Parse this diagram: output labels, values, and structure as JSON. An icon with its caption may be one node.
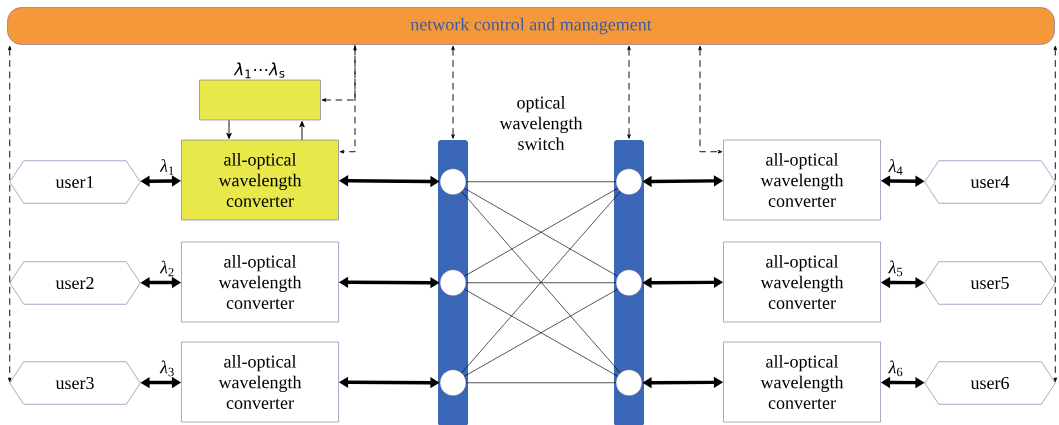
{
  "diagram": {
    "nodes": [
      {
        "text": [
          "network control and management"
        ]
      },
      {
        "text": [
          "user1"
        ]
      },
      {
        "text": [
          "user2"
        ]
      },
      {
        "text": [
          "user3"
        ]
      },
      {
        "text": [
          "all-optical wavelength converter"
        ]
      },
      {
        "text": [
          "all-optical wavelength converter"
        ]
      },
      {
        "text": [
          "all-optical wavelength converter"
        ]
      },
      {
        "text": [
          "*λ*$_{1}$⋯*λ*$_{s}$"
        ]
      },
      {
        "text": [],
        "shape": "bar"
      },
      {
        "text": [],
        "shape": "circle",
        "in": 8
      },
      {
        "text": [],
        "shape": "circle",
        "in": 8
      },
      {
        "text": [],
        "shape": "circle",
        "in": 8
      },
      {
        "text": [],
        "shape": "bar"
      },
      {
        "text": [],
        "shape": "circle",
        "in": 12
      },
      {
        "text": [],
        "shape": "circle",
        "in": 12
      },
      {
        "text": [],
        "shape": "circle",
        "in": 12
      },
      {
        "text": [
          "all-optical wavelength converter"
        ]
      },
      {
        "text": [
          "all-optical wavelength converter"
        ]
      },
      {
        "text": [
          "all-optical wavelength converter"
        ]
      },
      {
        "text": [
          "user4"
        ]
      },
      {
        "text": [
          "user5"
        ]
      },
      {
        "text": [
          "user6"
        ]
      }
    ],
    "edges": [
      {
        "from": 1,
        "to": 4,
        "arrow": "both",
        "style": "thick",
        "label": "*λ*$_{1}$"
      },
      {
        "from": 2,
        "to": 5,
        "arrow": "both",
        "style": "thick",
        "label": "*λ*$_{2}$"
      },
      {
        "from": 3,
        "to": 6,
        "arrow": "both",
        "style": "thick",
        "label": "*λ*$_{3}$"
      },
      {
        "from": 4,
        "to": 9,
        "arrow": "both",
        "style": "thick"
      },
      {
        "from": 5,
        "to": 10,
        "arrow": "both",
        "style": "thick"
      },
      {
        "from": 6,
        "to": 11,
        "arrow": "both",
        "style": "thick"
      },
      {
        "from": 9,
        "to": 13,
        "arrow": "none"
      },
      {
        "from": 9,
        "to": 14,
        "arrow": "none"
      },
      {
        "from": 9,
        "to": 15,
        "arrow": "none"
      },
      {
        "from": 10,
        "to": 13,
        "arrow": "none"
      },
      {
        "from": 10,
        "to": 14,
        "arrow": "none"
      },
      {
        "from": 10,
        "to": 15,
        "arrow": "none"
      },
      {
        "from": 11,
        "to": 13,
        "arrow": "none"
      },
      {
        "from": 11,
        "to": 14,
        "arrow": "none"
      },
      {
        "from": 11,
        "to": 15,
        "arrow": "none"
      },
      {
        "from": 13,
        "to": 16,
        "arrow": "both",
        "style": "thick"
      },
      {
        "from": 14,
        "to": 17,
        "arrow": "both",
        "style": "thick"
      },
      {
        "from": 15,
        "to": 18,
        "arrow": "both",
        "style": "thick"
      },
      {
        "from": 16,
        "to": 19,
        "arrow": "both",
        "style": "thick",
        "label": "*λ*$_{4}$"
      },
      {
        "from": 17,
        "to": 20,
        "arrow": "both",
        "style": "thick",
        "label": "*λ*$_{5}$"
      },
      {
        "from": 18,
        "to": 21,
        "arrow": "both",
        "style": "thick",
        "label": "*λ*$_{6}$"
      },
      {
        "from": 7,
        "to": 4,
        "arrow": "to"
      },
      {
        "from": 4,
        "to": 7,
        "arrow": "to"
      },
      {
        "from": 0,
        "to": 7,
        "arrow": "both",
        "style": "dashed"
      },
      {
        "from": 0,
        "to": 4,
        "arrow": "both",
        "style": "dashed"
      },
      {
        "from": 0,
        "to": 8,
        "arrow": "both",
        "style": "dashed"
      },
      {
        "from": 0,
        "to": 12,
        "arrow": "both",
        "style": "dashed"
      },
      {
        "from": 0,
        "to": 16,
        "arrow": "both",
        "style": "dashed"
      },
      {
        "from": 0,
        "to": 3,
        "arrow": "both",
        "style": "dashed"
      },
      {
        "from": 0,
        "to": 21,
        "arrow": "both",
        "style": "dashed"
      }
    ],
    "labels": [
      "optical wavelength switch"
    ]
  }
}
